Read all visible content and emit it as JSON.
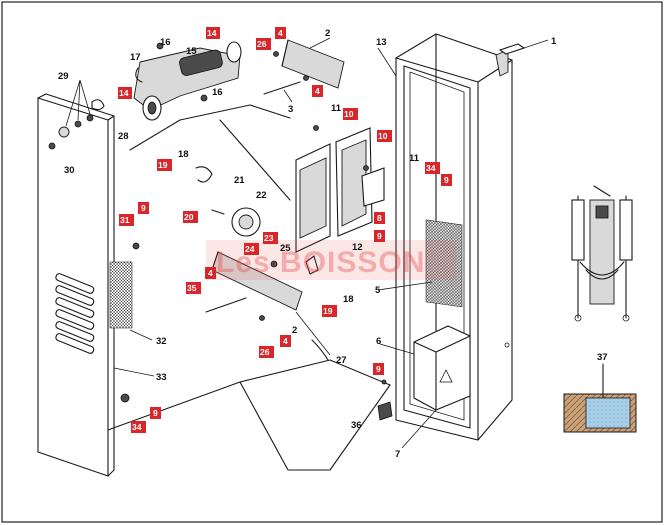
{
  "watermark": "Les BOISSON",
  "plain_labels": {
    "p1": "1",
    "p2a": "2",
    "p2b": "2",
    "p3": "3",
    "p5": "5",
    "p6": "6",
    "p7": "7",
    "p11a": "11",
    "p11b": "11",
    "p12": "12",
    "p13": "13",
    "p15": "15",
    "p16a": "16",
    "p16b": "16",
    "p17": "17",
    "p18a": "18",
    "p18b": "18",
    "p21": "21",
    "p22": "22",
    "p25": "25",
    "p27": "27",
    "p28": "28",
    "p29": "29",
    "p30": "30",
    "p32": "32",
    "p33": "33",
    "p36": "36",
    "p37": "37"
  },
  "badge_labels": {
    "b14a": "14",
    "b4a": "4",
    "b26a": "26",
    "b4b": "4",
    "b14b": "14",
    "b10a": "10",
    "b10b": "10",
    "b34a": "34",
    "b9a": "9",
    "b19": "19",
    "b8": "8",
    "b9b": "9",
    "b31": "31",
    "b9c": "9",
    "b20": "20",
    "b23": "23",
    "b24": "24",
    "b4c": "4",
    "b35": "35",
    "b19b": "19",
    "b26b": "26",
    "b4d": "4",
    "b9d": "9",
    "b34b": "34",
    "b9e": "9"
  },
  "colors": {
    "badge": "#d9262a",
    "watermark": "#e63c3c",
    "inset_glass": "#a9cfe8",
    "inset_frame": "#c8a27a"
  },
  "icons": {
    "warning_label": "warning-triangle-icon"
  }
}
